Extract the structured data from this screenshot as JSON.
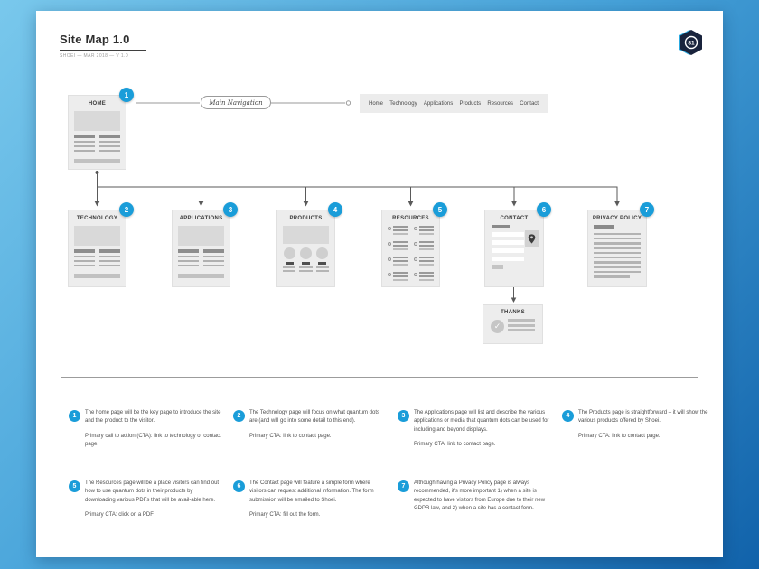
{
  "header": {
    "title": "Site Map 1.0",
    "subtitle": "SHOEI — MAR 2018 — V 1.0",
    "logo_number": "81"
  },
  "diagram": {
    "main_navigation_label": "Main Navigation",
    "navbar_items": [
      "Home",
      "Technology",
      "Applications",
      "Products",
      "Resources",
      "Contact"
    ],
    "nodes": {
      "home": {
        "label": "HOME",
        "badge": "1"
      },
      "technology": {
        "label": "TECHNOLOGY",
        "badge": "2"
      },
      "applications": {
        "label": "APPLICATIONS",
        "badge": "3"
      },
      "products": {
        "label": "PRODUCTS",
        "badge": "4"
      },
      "resources": {
        "label": "RESOURCES",
        "badge": "5"
      },
      "contact": {
        "label": "CONTACT",
        "badge": "6"
      },
      "privacy_policy": {
        "label": "PRIVACY POLICY",
        "badge": "7"
      },
      "thanks": {
        "label": "THANKS",
        "check_icon": "✓"
      }
    }
  },
  "annotations": [
    {
      "num": "1",
      "body": "The home page will be the key page to introduce the site and the product to the visitor.",
      "cta": "Primary call to action (CTA): link to technology or contact page."
    },
    {
      "num": "2",
      "body": "The Technology page will focus on what quantum dots are (and will go into some detail to this end).",
      "cta": "Primary CTA: link to contact page."
    },
    {
      "num": "3",
      "body": "The Applications page will list and describe the various applications or media that quantum dots can be used for including and beyond displays.",
      "cta": "Primary CTA: link to contact page."
    },
    {
      "num": "4",
      "body": "The Products page is straightforward – it will show the various products offered by Shoei.",
      "cta": "Primary CTA: link to contact page."
    },
    {
      "num": "5",
      "body": "The Resources page will be a place visitors can find out how to use quantum dots in their products by downloading various PDFs that will be avail-able here.",
      "cta": "Primary CTA: click on a PDF"
    },
    {
      "num": "6",
      "body": "The Contact page will feature a simple form where visitors can request additional information. The form submission will be emailed to Shoei.",
      "cta": "Primary CTA: fill out the form."
    },
    {
      "num": "7",
      "body": "Although having a Privacy Policy page is always recommended, it's more important 1) when a site is expected to have visitors from Europe due to their new GDPR law, and 2) when a site has a contact form.",
      "cta": ""
    }
  ],
  "colors": {
    "badge_blue": "#1a9dd9",
    "background_gradient_from": "#79c8ec",
    "background_gradient_to": "#1162aa",
    "logo_navy": "#19233c",
    "logo_cyan": "#2aa9e0"
  }
}
